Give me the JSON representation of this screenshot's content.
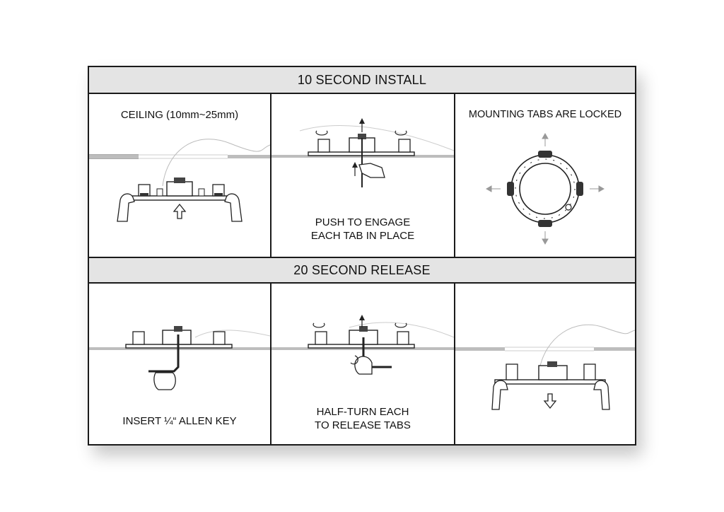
{
  "sections": {
    "install_title": "10 SECOND INSTALL",
    "release_title": "20 SECOND RELEASE"
  },
  "panels": {
    "ceiling_label": "CEILING (10mm~25mm)",
    "push_line1": "PUSH TO ENGAGE",
    "push_line2": "EACH TAB IN PLACE",
    "locked_label": "MOUNTING TABS ARE LOCKED",
    "allen_label": "INSERT ¼“ ALLEN KEY",
    "halfturn_line1": "HALF-TURN EACH",
    "halfturn_line2": "TO RELEASE TABS"
  },
  "icons": [
    "hands-icon",
    "up-arrow-icon",
    "down-arrow-icon",
    "rotate-arrow-icon",
    "allen-key-icon",
    "mounting-ring-icon",
    "speaker-bracket-icon"
  ]
}
